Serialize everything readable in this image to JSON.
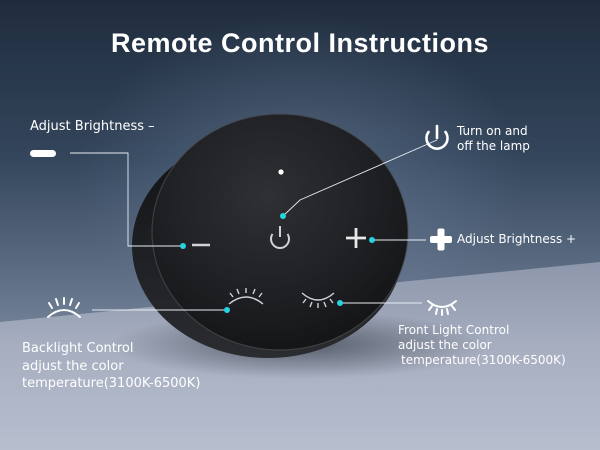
{
  "title": "Remote Control Instructions",
  "labels": {
    "brightness_minus": "Adjust Brightness –",
    "power_line1": "Turn on and",
    "power_line2": "off the lamp",
    "brightness_plus": "Adjust Brightness +",
    "backlight_line1": "Backlight Control",
    "backlight_line2": "adjust the color",
    "backlight_line3": "temperature(3100K-6500K)",
    "front_line1": "Front Light Control",
    "front_line2": "adjust the color",
    "front_line3": "temperature(3100K-6500K)"
  },
  "icons": {
    "minus": "minus-icon",
    "power": "power-icon",
    "plus": "plus-icon",
    "backlight": "eye-open-lashes-icon",
    "front_light": "eye-closed-lashes-icon"
  },
  "colors": {
    "accent_dot": "#26d4e0",
    "text": "#ffffff",
    "remote_body": "#1e1f22"
  }
}
